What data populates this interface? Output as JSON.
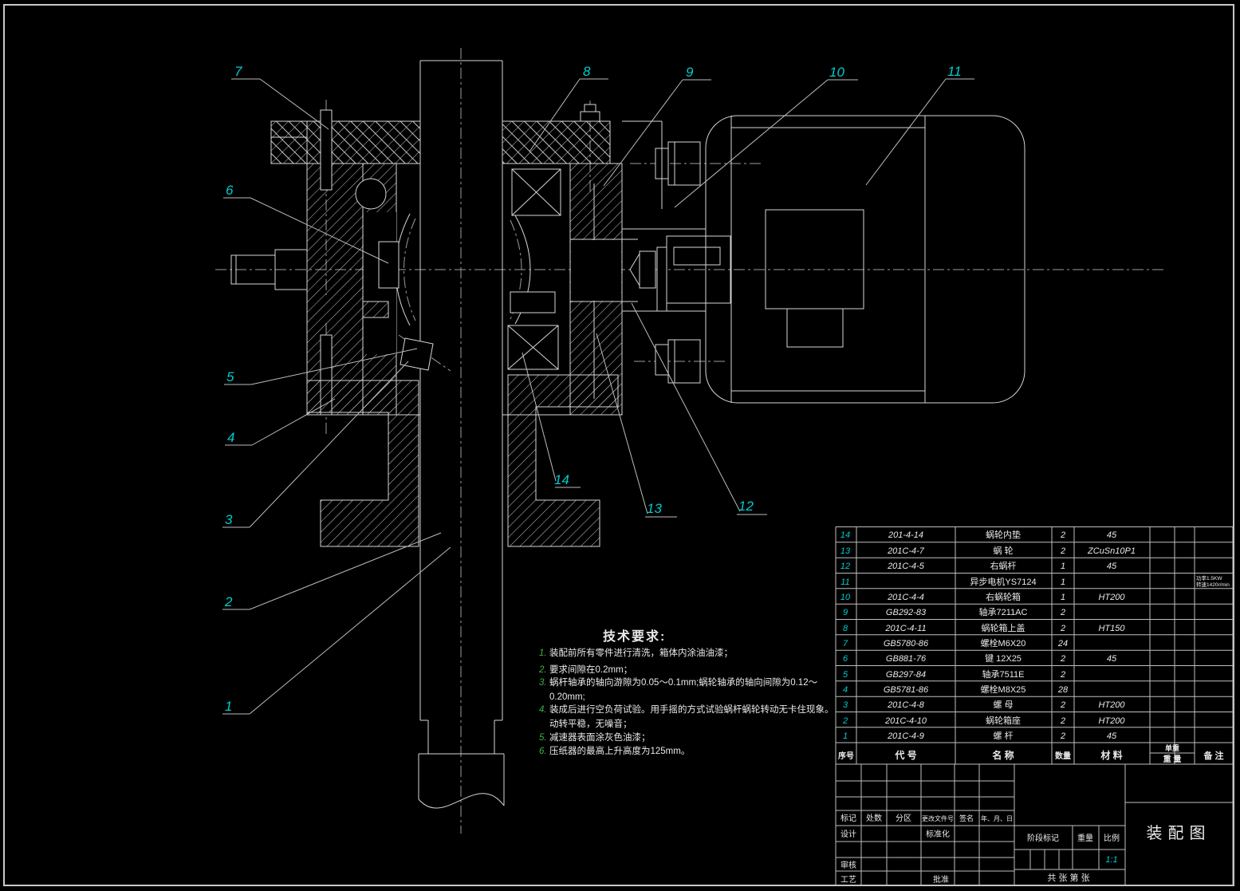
{
  "colors": {
    "background": "#000000",
    "line": "#d6d6d6",
    "table_grid": "#bfbfbf",
    "callout_cyan": "#00cccc",
    "item_number_green": "#3fae3f",
    "sheet_border": "#c9c9c9"
  },
  "callouts": {
    "c1": "1",
    "c2": "2",
    "c3": "3",
    "c4": "4",
    "c5": "5",
    "c6": "6",
    "c7": "7",
    "c8": "8",
    "c9": "9",
    "c10": "10",
    "c11": "11",
    "c12": "12",
    "c13": "13",
    "c14": "14"
  },
  "tech_requirements": {
    "title": "技术要求:",
    "items": [
      {
        "num": "1.",
        "line1": "装配前所有零件进行清洗，箱体内涂油油漆；"
      },
      {
        "num": "2.",
        "line1": "要求间隙在0.2mm；"
      },
      {
        "num": "3.",
        "line1": "蜗杆轴承的轴向游隙为0.05～0.1mm;蜗轮轴承的轴向间隙为0.12～",
        "line2": "0.20mm;"
      },
      {
        "num": "4.",
        "line1": "装成后进行空负荷试验。用手摇的方式试验蜗杆蜗轮转动无卡住现象。",
        "line2": "动转平稳，无噪音；"
      },
      {
        "num": "5.",
        "line1": "减速器表面涂灰色油漆；"
      },
      {
        "num": "6.",
        "line1": "压纸器的最高上升高度为125mm。"
      }
    ]
  },
  "bom": {
    "headers": {
      "seq": "序号",
      "code": "代  号",
      "name": "名  称",
      "qty": "数量",
      "material": "材  料",
      "unit_weight": "单重",
      "weight": "重  量",
      "remark": "备  注"
    },
    "rows": [
      {
        "seq": "14",
        "code": "201-4-14",
        "name": "蜗轮内垫",
        "qty": "2",
        "material": "45"
      },
      {
        "seq": "13",
        "code": "201C-4-7",
        "name": "蜗  轮",
        "qty": "2",
        "material": "ZCuSn10P1"
      },
      {
        "seq": "12",
        "code": "201C-4-5",
        "name": "右蜗杆",
        "qty": "1",
        "material": "45"
      },
      {
        "seq": "11",
        "code": "",
        "name": "异步电机YS7124",
        "qty": "1",
        "material": "",
        "remark_line1": "功率1.5KW",
        "remark_line2": "转速1420r/min"
      },
      {
        "seq": "10",
        "code": "201C-4-4",
        "name": "右蜗轮箱",
        "qty": "1",
        "material": "HT200"
      },
      {
        "seq": "9",
        "code": "GB292-83",
        "name": "轴承7211AC",
        "qty": "2",
        "material": ""
      },
      {
        "seq": "8",
        "code": "201C-4-11",
        "name": "蜗轮箱上盖",
        "qty": "2",
        "material": "HT150"
      },
      {
        "seq": "7",
        "code": "GB5780-86",
        "name": "螺栓M6X20",
        "qty": "24",
        "material": ""
      },
      {
        "seq": "6",
        "code": "GB881-76",
        "name": "键 12X25",
        "qty": "2",
        "material": "45"
      },
      {
        "seq": "5",
        "code": "GB297-84",
        "name": "轴承7511E",
        "qty": "2",
        "material": ""
      },
      {
        "seq": "4",
        "code": "GB5781-86",
        "name": "螺栓M8X25",
        "qty": "28",
        "material": ""
      },
      {
        "seq": "3",
        "code": "201C-4-8",
        "name": "螺  母",
        "qty": "2",
        "material": "HT200"
      },
      {
        "seq": "2",
        "code": "201C-4-10",
        "name": "蜗轮箱座",
        "qty": "2",
        "material": "HT200"
      },
      {
        "seq": "1",
        "code": "201C-4-9",
        "name": "螺  杆",
        "qty": "2",
        "material": "45"
      }
    ]
  },
  "title_block": {
    "revision_headers": [
      "标记",
      "处数",
      "分区",
      "更改文件号",
      "签名",
      "年、月、日"
    ],
    "design": "设计",
    "standardization": "标准化",
    "review": "审核",
    "process": "工艺",
    "approve": "批准",
    "stage_mark": "阶段标记",
    "weight": "重量",
    "scale": "比例",
    "scale_value": "1:1",
    "sheets": "共  张  第  张",
    "drawing_title": "装配图"
  }
}
